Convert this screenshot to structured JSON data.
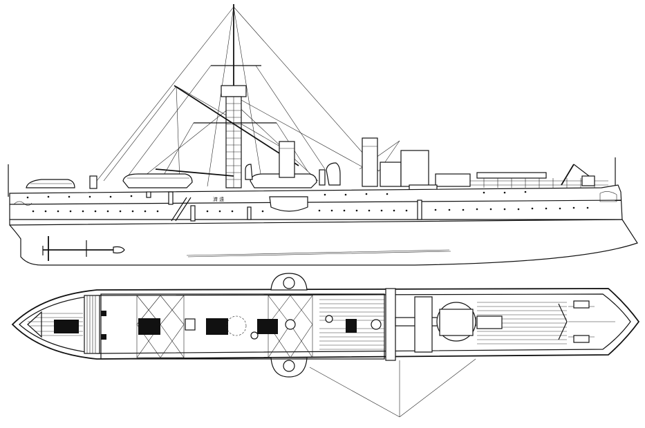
{
  "drawing": {
    "subject": "",
    "hull_characters": "濟 遠",
    "views": [
      "profile",
      "deck-plan"
    ]
  },
  "colors": {
    "line": "#111111",
    "paper": "#ffffff"
  }
}
